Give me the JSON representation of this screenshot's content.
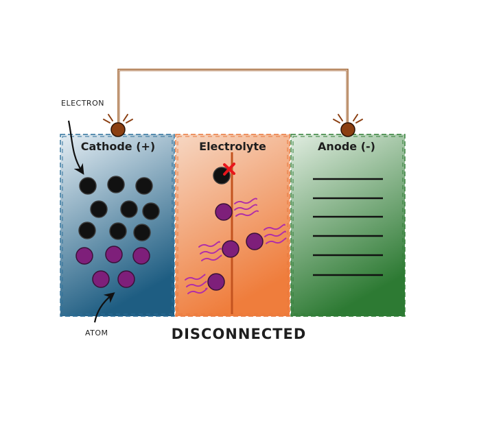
{
  "diagram": {
    "cells": {
      "cathode": {
        "label": "Cathode (+)"
      },
      "electrolyte": {
        "label": "Electrolyte"
      },
      "anode": {
        "label": "Anode (-)"
      }
    },
    "annotations": {
      "electron": "ELECTRON",
      "atom": "ATOM"
    },
    "status": "DISCONNECTED",
    "colors": {
      "cathode_light": "#e4edf3",
      "cathode_dark": "#1e5d82",
      "electrolyte_light": "#f6d7c3",
      "electrolyte_dark": "#ef7d3c",
      "anode_light": "#e0ece0",
      "anode_dark": "#2d7a33",
      "wire": "#a0622f",
      "terminal": "#8b3f12",
      "electron": "#111111",
      "atom": "#7e1f7a",
      "blocked_mark": "#e8161c"
    }
  }
}
